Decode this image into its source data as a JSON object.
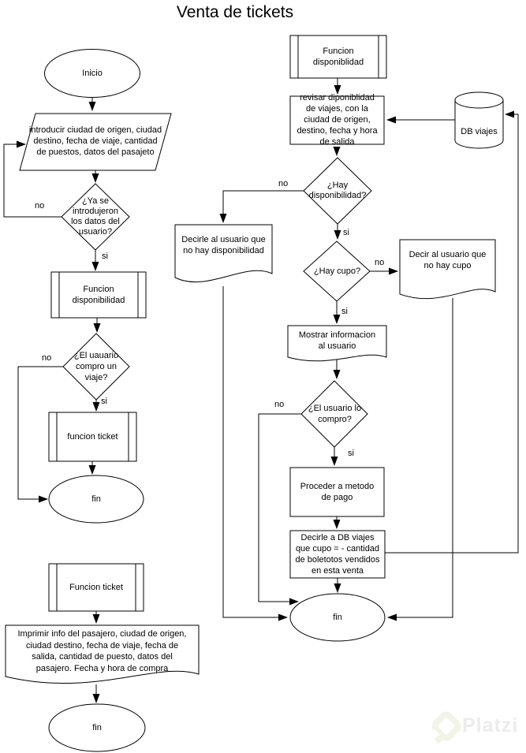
{
  "title": "Venta de tickets",
  "edge_labels": {
    "no": "no",
    "si": "si"
  },
  "main_flow": {
    "inicio": "Inicio",
    "input": "introducir ciudad de origen, ciudad\ndestino, fecha de viaje, cantidad\nde puestos, datos del pasajeto",
    "decision_datos": "¿Ya se\nintrodujeron\nlos datos del\nusuario?",
    "funcion_disponibilidad": "Funcion\ndisponibilidad",
    "decision_compro_viaje": "¿El uauario\ncompro un\nviaje?",
    "funcion_ticket": "funcion ticket",
    "fin": "fin"
  },
  "ticket_flow": {
    "funcion_ticket": "Funcion ticket",
    "imprimir": "Imprimir info del pasajero, ciudad de origen,\nciudad destino, fecha de viaje, fecha de\nsalida, cantidad de puesto, datos del\npasajero. Fecha y hora de compra",
    "fin": "fin"
  },
  "disponibilidad_flow": {
    "funcion_disponiblidad": "Funcion\ndisponiblidad",
    "revisar": "revisar diponiblidad\nde viajes, con la\nciudad de origen,\ndestino, fecha y hora\nde salida",
    "db_viajes": "DB viajes",
    "decision_disponibilidad": "¿Hay\ndisponibilidad?",
    "no_disponibilidad": "Decirle al usuario que\nno hay disponibilidad",
    "decision_cupo": "¿Hay cupo?",
    "no_cupo": "Decir al usuario que\nno hay cupo",
    "mostrar": "Mostrar informacion\nal usuario",
    "decision_compro": "¿El usuario lo\ncompro?",
    "pago": "Proceder a metodo\nde pago",
    "actualizar_db": "Decirle a DB viajes\nque cupo = - cantidad\nde boletotos vendidos\nen esta venta",
    "fin": "fin"
  },
  "watermark": {
    "brand": "Platzi"
  },
  "colors": {
    "stroke": "#000000",
    "fill": "#ffffff",
    "watermark_logo": "#f2f4e8",
    "watermark_text": "#ececec"
  }
}
